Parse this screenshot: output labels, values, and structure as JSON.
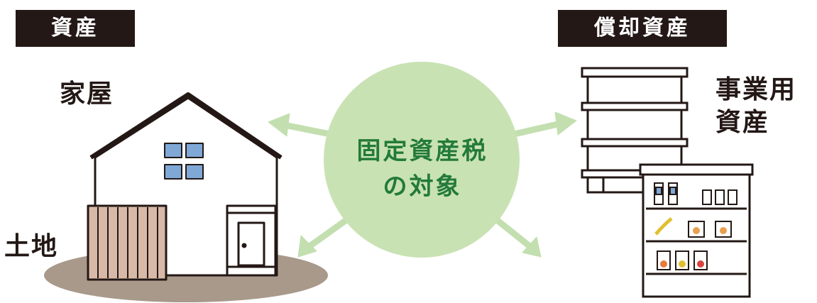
{
  "tags": {
    "left": "資産",
    "right": "償却資産"
  },
  "labels": {
    "house": "家屋",
    "land": "土地",
    "business_line1": "事業用",
    "business_line2": "資産"
  },
  "center": {
    "line1": "固定資産税",
    "line2": "の対象"
  },
  "colors": {
    "circle": "#c9e2b3",
    "arrow": "#c3dfb0",
    "ground": "#a8998a",
    "fence": "#d8b9a8",
    "window": "#7fa8d6",
    "center_text": "#237a3a",
    "tag_bg": "#231815"
  },
  "icons": [
    "house-icon",
    "shelf-icon",
    "showcase-icon",
    "arrow-icon"
  ]
}
